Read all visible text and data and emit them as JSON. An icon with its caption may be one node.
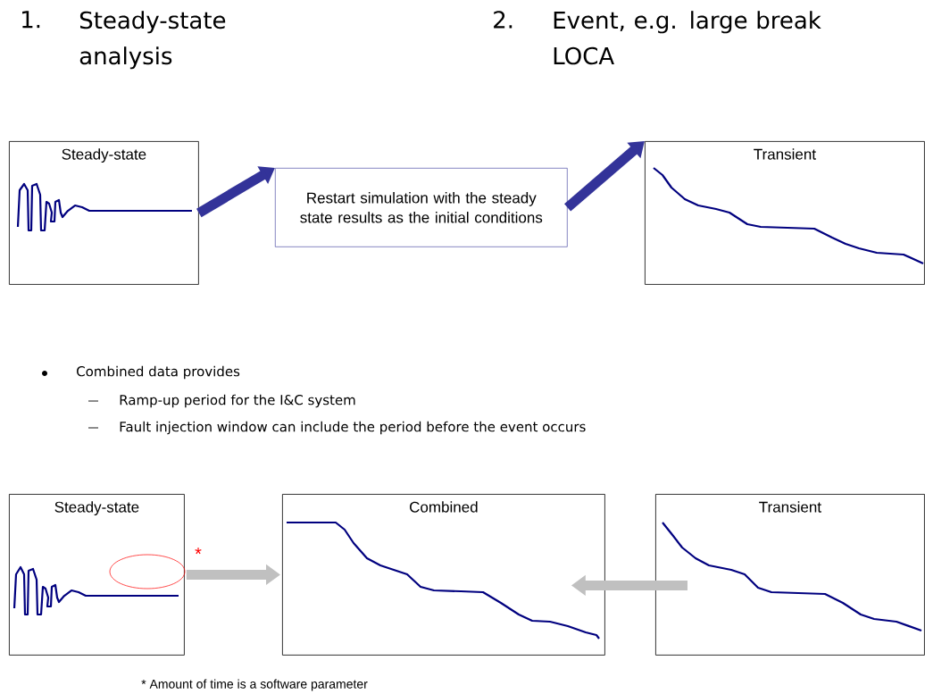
{
  "diagram": {
    "nodes": [
      {
        "text": [
          "Steady-state"
        ]
      },
      {
        "text": [
          "Restart simulation with the steady state results as the initial conditions"
        ]
      },
      {
        "text": [
          "Transient"
        ]
      },
      {
        "text": [
          "Steady-state"
        ]
      },
      {
        "text": [
          "Combined"
        ]
      },
      {
        "text": [
          "Transient"
        ]
      }
    ],
    "edges": [
      {
        "from": 0,
        "to": 1,
        "arrow": "to"
      },
      {
        "from": 1,
        "to": 2,
        "arrow": "to"
      },
      {
        "from": 3,
        "to": 4,
        "arrow": "to",
        "label": "*",
        "color": "#c0c0c0"
      },
      {
        "from": 5,
        "to": 4,
        "arrow": "to",
        "color": "#c0c0c0"
      }
    ],
    "labels": [
      "1.",
      "Steady-state analysis",
      "2.",
      "Event, e.g. large break LOCA",
      "Combined data provides",
      "Ramp-up period for the I&C system",
      "Fault injection window can include the period before the event occurs",
      "* Amount of time is a software parameter"
    ]
  }
}
